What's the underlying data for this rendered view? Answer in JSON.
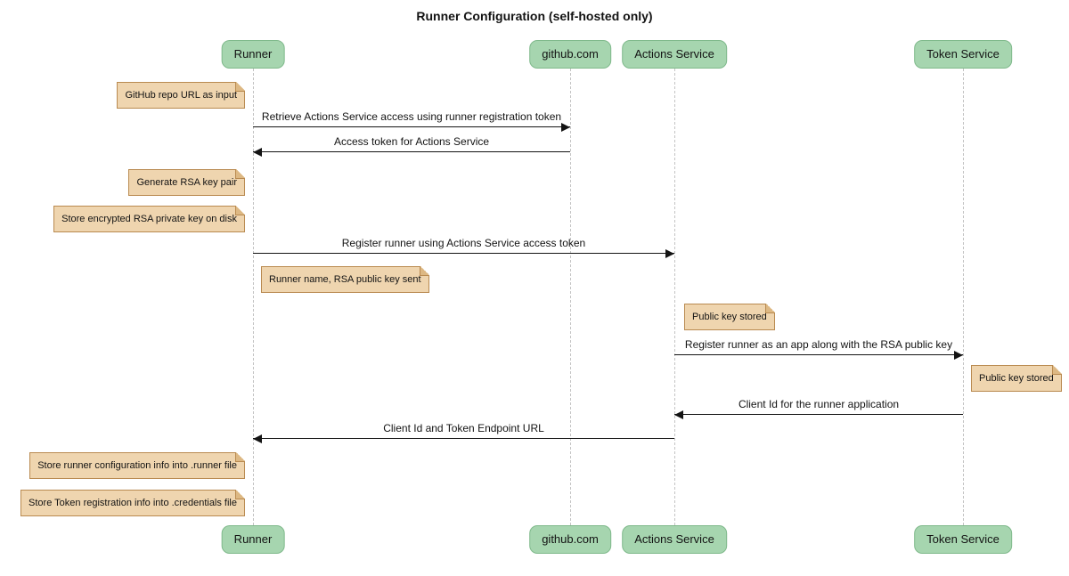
{
  "title": "Runner Configuration (self-hosted only)",
  "participants": [
    {
      "label": "Runner"
    },
    {
      "label": "github.com"
    },
    {
      "label": "Actions Service"
    },
    {
      "label": "Token Service"
    }
  ],
  "messages": [
    {
      "label": "Retrieve Actions Service access using runner registration token",
      "from": "Runner",
      "to": "github.com",
      "direction": "right"
    },
    {
      "label": "Access token for Actions Service",
      "from": "github.com",
      "to": "Runner",
      "direction": "left"
    },
    {
      "label": "Register runner using Actions Service access token",
      "from": "Runner",
      "to": "Actions Service",
      "direction": "right"
    },
    {
      "label": "Register runner as an app along with the RSA public key",
      "from": "Actions Service",
      "to": "Token Service",
      "direction": "right"
    },
    {
      "label": "Client Id for the runner application",
      "from": "Token Service",
      "to": "Actions Service",
      "direction": "left"
    },
    {
      "label": "Client Id and Token Endpoint URL",
      "from": "Actions Service",
      "to": "Runner",
      "direction": "left"
    }
  ],
  "notes": [
    {
      "text": "GitHub repo URL as input",
      "position": "left of Runner"
    },
    {
      "text": "Generate RSA key pair",
      "position": "left of Runner"
    },
    {
      "text": "Store encrypted RSA private key on disk",
      "position": "left of Runner"
    },
    {
      "text": "Runner name, RSA public key sent",
      "position": "right of Runner"
    },
    {
      "text": "Public key stored",
      "position": "right of Actions Service"
    },
    {
      "text": "Public key stored",
      "position": "right of Token Service"
    },
    {
      "text": "Store runner configuration info into .runner file",
      "position": "left of Runner"
    },
    {
      "text": "Store Token registration info into .credentials file",
      "position": "left of Runner"
    }
  ],
  "colors": {
    "background": "#ffffff",
    "participant_fill": "#a6d5af",
    "participant_border": "#7fb98b",
    "note_fill": "#efd5af",
    "note_border": "#b98a50",
    "note_fold": "#ddb883",
    "lifeline": "#c3c3c3",
    "arrow": "#141414",
    "text": "#131313"
  }
}
